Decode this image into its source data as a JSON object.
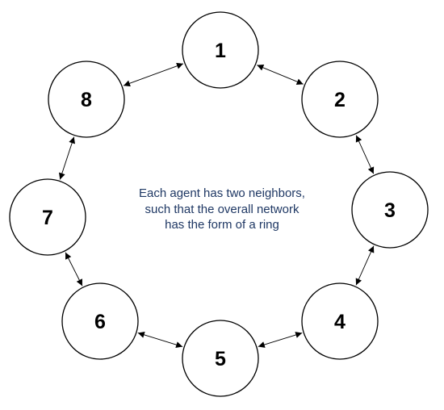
{
  "diagram": {
    "nodes": [
      {
        "id": "n1",
        "label": "1"
      },
      {
        "id": "n2",
        "label": "2"
      },
      {
        "id": "n3",
        "label": "3"
      },
      {
        "id": "n4",
        "label": "4"
      },
      {
        "id": "n5",
        "label": "5"
      },
      {
        "id": "n6",
        "label": "6"
      },
      {
        "id": "n7",
        "label": "7"
      },
      {
        "id": "n8",
        "label": "8"
      }
    ],
    "edges": [
      {
        "from": "n1",
        "to": "n2",
        "arrows": "both"
      },
      {
        "from": "n2",
        "to": "n3",
        "arrows": "both"
      },
      {
        "from": "n3",
        "to": "n4",
        "arrows": "both"
      },
      {
        "from": "n4",
        "to": "n5",
        "arrows": "both"
      },
      {
        "from": "n5",
        "to": "n6",
        "arrows": "both"
      },
      {
        "from": "n6",
        "to": "n7",
        "arrows": "both"
      },
      {
        "from": "n7",
        "to": "n8",
        "arrows": "both"
      },
      {
        "from": "n8",
        "to": "n1",
        "arrows": "both"
      }
    ],
    "caption": {
      "line1": "Each agent has two neighbors,",
      "line2": "such that the overall network",
      "line3": "has the form of a ring"
    },
    "colors": {
      "stroke": "#000000",
      "caption_text": "#1f3864",
      "node_fill": "#ffffff"
    }
  }
}
